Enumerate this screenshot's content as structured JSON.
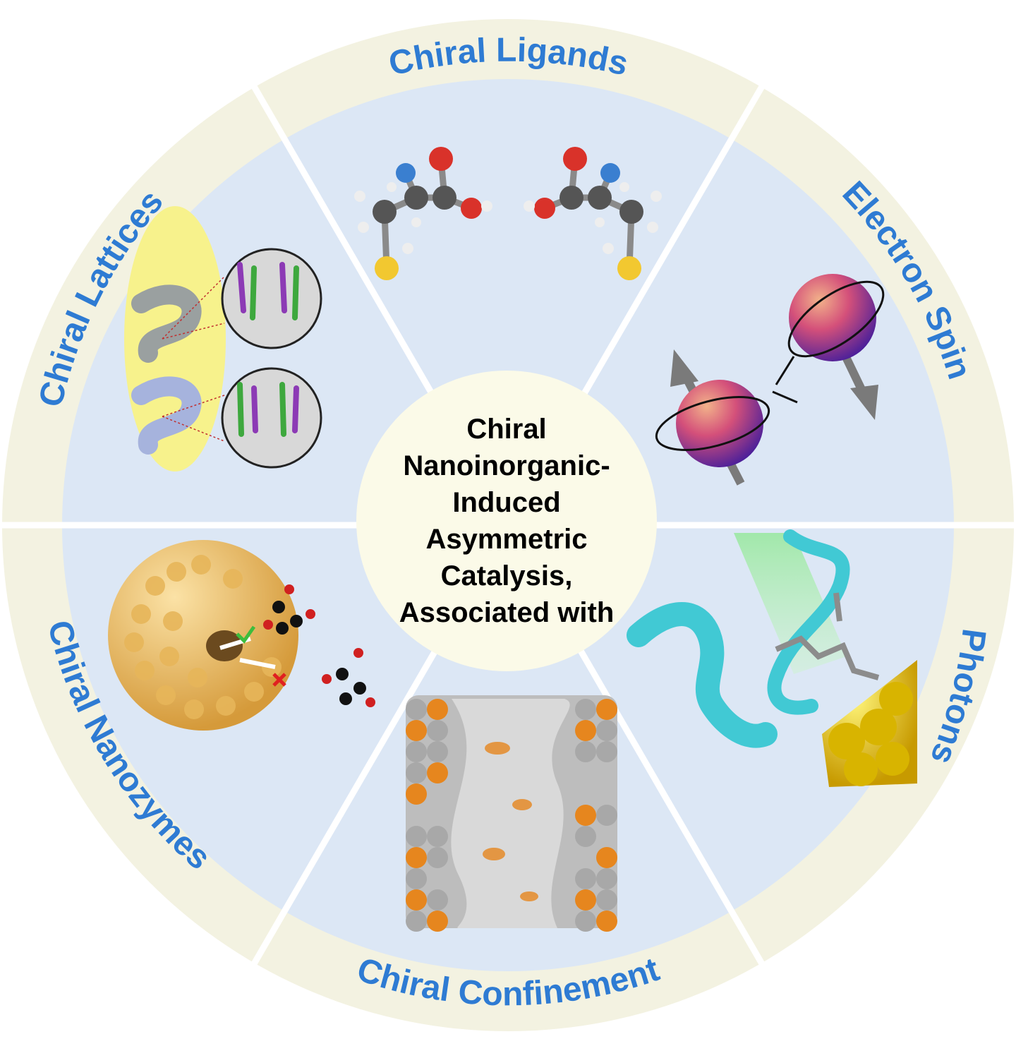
{
  "center": {
    "lines": [
      "Chiral",
      "Nanoinorganic-",
      "Induced",
      "Asymmetric",
      "Catalysis,",
      "Associated with"
    ]
  },
  "segments": [
    {
      "id": "ligands",
      "label": "Chiral Ligands",
      "icon": "enantiomer-molecules-icon"
    },
    {
      "id": "spin",
      "label": "Electron Spin",
      "icon": "spinning-electrons-icon"
    },
    {
      "id": "photons",
      "label": "Photons",
      "icon": "protein-light-icon"
    },
    {
      "id": "confinement",
      "label": "Chiral Confinement",
      "icon": "porous-framework-icon"
    },
    {
      "id": "nanozymes",
      "label": "Chiral Nanozymes",
      "icon": "nanoparticle-cavity-icon"
    },
    {
      "id": "lattices",
      "label": "Chiral Lattices",
      "icon": "helix-lattice-icon"
    }
  ],
  "colors": {
    "ring": "#f3f2e1",
    "sector": "#dce7f5",
    "divider": "#ffffff",
    "center": "#fbfae8",
    "label": "#2e7bd3"
  }
}
